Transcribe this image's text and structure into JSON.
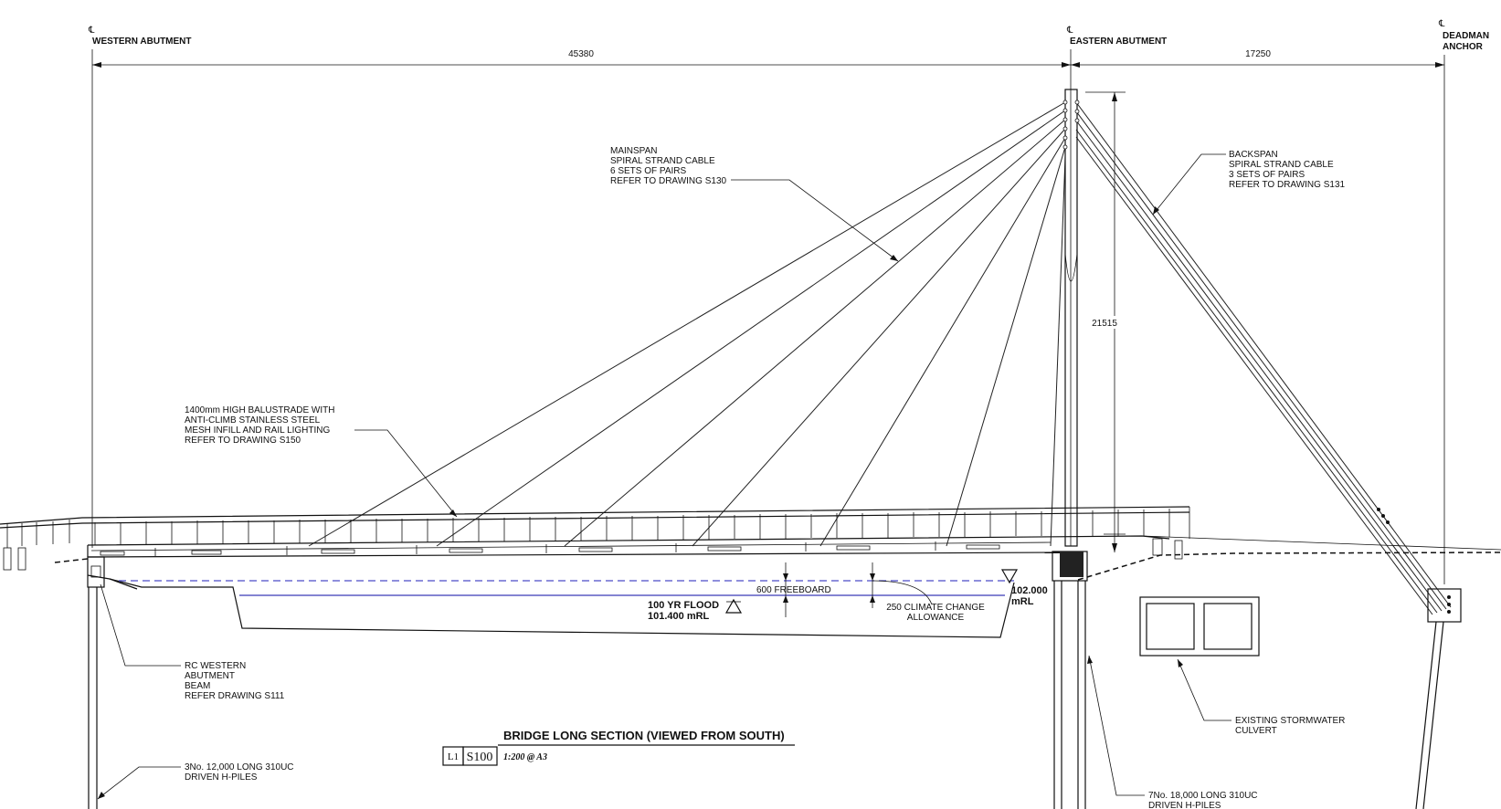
{
  "centerline_symbol": "℄",
  "labels": {
    "western_abutment": "WESTERN ABUTMENT",
    "eastern_abutment": "EASTERN ABUTMENT",
    "deadman_anchor_1": "DEADMAN",
    "deadman_anchor_2": "ANCHOR"
  },
  "dimensions": {
    "main_span": "45380",
    "back_span": "17250",
    "mast_height": "21515"
  },
  "notes": {
    "mainspan": [
      "MAINSPAN",
      "SPIRAL STRAND CABLE",
      "6 SETS OF PAIRS",
      "REFER TO DRAWING S130"
    ],
    "backspan": [
      "BACKSPAN",
      "SPIRAL STRAND CABLE",
      "3 SETS OF PAIRS",
      "REFER TO DRAWING S131"
    ],
    "balustrade": [
      "1400mm HIGH BALUSTRADE WITH",
      "ANTI-CLIMB STAINLESS STEEL",
      "MESH INFILL AND RAIL LIGHTING",
      "REFER TO DRAWING S150"
    ],
    "western_beam": [
      "RC WESTERN",
      "ABUTMENT",
      "BEAM",
      "REFER DRAWING S111"
    ],
    "west_piles": [
      "3No. 12,000 LONG 310UC",
      "DRIVEN H-PILES"
    ],
    "east_piles": [
      "7No. 18,000 LONG 310UC",
      "DRIVEN H-PILES"
    ],
    "culvert": [
      "EXISTING STORMWATER",
      "CULVERT"
    ],
    "freeboard": "600 FREEBOARD",
    "climate": [
      "250 CLIMATE CHANGE",
      "ALLOWANCE"
    ],
    "flood": [
      "100 YR FLOOD",
      "101.400 mRL"
    ],
    "level": [
      "102.000",
      "mRL"
    ]
  },
  "title_block": {
    "title": "BRIDGE LONG SECTION (VIEWED FROM SOUTH)",
    "sheet_ref": "L1",
    "drawing_no": "S100",
    "scale": "1:200 @ A3"
  }
}
